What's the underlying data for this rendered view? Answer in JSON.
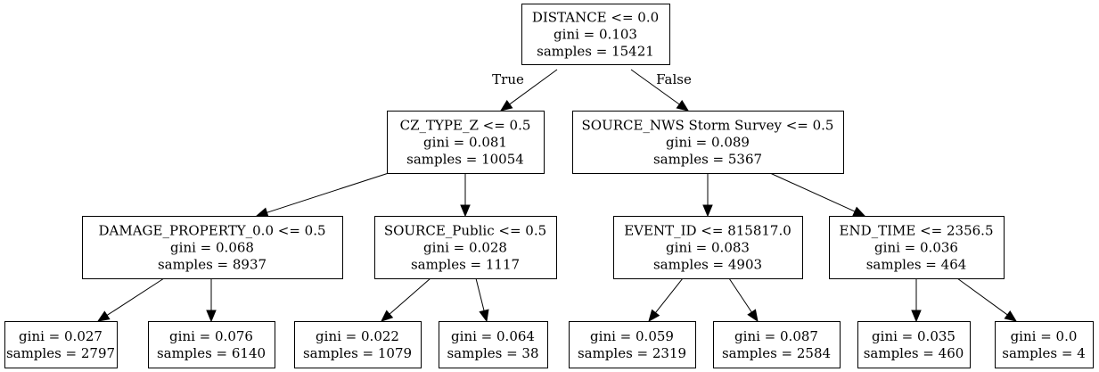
{
  "nodes": [
    {
      "id": "n0",
      "lines": [
        "DISTANCE <= 0.0",
        "gini = 0.103",
        "samples = 15421"
      ]
    },
    {
      "id": "n1",
      "lines": [
        "CZ_TYPE_Z <= 0.5",
        "gini = 0.081",
        "samples = 10054"
      ]
    },
    {
      "id": "n2",
      "lines": [
        "SOURCE_NWS Storm Survey <= 0.5",
        "gini = 0.089",
        "samples = 5367"
      ]
    },
    {
      "id": "n3",
      "lines": [
        "DAMAGE_PROPERTY_0.0 <= 0.5",
        "gini = 0.068",
        "samples = 8937"
      ]
    },
    {
      "id": "n4",
      "lines": [
        "SOURCE_Public <= 0.5",
        "gini = 0.028",
        "samples = 1117"
      ]
    },
    {
      "id": "n5",
      "lines": [
        "EVENT_ID <= 815817.0",
        "gini = 0.083",
        "samples = 4903"
      ]
    },
    {
      "id": "n6",
      "lines": [
        "END_TIME <= 2356.5",
        "gini = 0.036",
        "samples = 464"
      ]
    },
    {
      "id": "n7",
      "lines": [
        "gini = 0.027",
        "samples = 2797"
      ]
    },
    {
      "id": "n8",
      "lines": [
        "gini = 0.076",
        "samples = 6140"
      ]
    },
    {
      "id": "n9",
      "lines": [
        "gini = 0.022",
        "samples = 1079"
      ]
    },
    {
      "id": "n10",
      "lines": [
        "gini = 0.064",
        "samples = 38"
      ]
    },
    {
      "id": "n11",
      "lines": [
        "gini = 0.059",
        "samples = 2319"
      ]
    },
    {
      "id": "n12",
      "lines": [
        "gini = 0.087",
        "samples = 2584"
      ]
    },
    {
      "id": "n13",
      "lines": [
        "gini = 0.035",
        "samples = 460"
      ]
    },
    {
      "id": "n14",
      "lines": [
        "gini = 0.0",
        "samples = 4"
      ]
    }
  ],
  "edges": [
    {
      "from": "n0",
      "to": "n1",
      "label": "True"
    },
    {
      "from": "n0",
      "to": "n2",
      "label": "False"
    },
    {
      "from": "n1",
      "to": "n3",
      "label": ""
    },
    {
      "from": "n1",
      "to": "n4",
      "label": ""
    },
    {
      "from": "n2",
      "to": "n5",
      "label": ""
    },
    {
      "from": "n2",
      "to": "n6",
      "label": ""
    },
    {
      "from": "n3",
      "to": "n7",
      "label": ""
    },
    {
      "from": "n3",
      "to": "n8",
      "label": ""
    },
    {
      "from": "n4",
      "to": "n9",
      "label": ""
    },
    {
      "from": "n4",
      "to": "n10",
      "label": ""
    },
    {
      "from": "n5",
      "to": "n11",
      "label": ""
    },
    {
      "from": "n5",
      "to": "n12",
      "label": ""
    },
    {
      "from": "n6",
      "to": "n13",
      "label": ""
    },
    {
      "from": "n6",
      "to": "n14",
      "label": ""
    }
  ]
}
